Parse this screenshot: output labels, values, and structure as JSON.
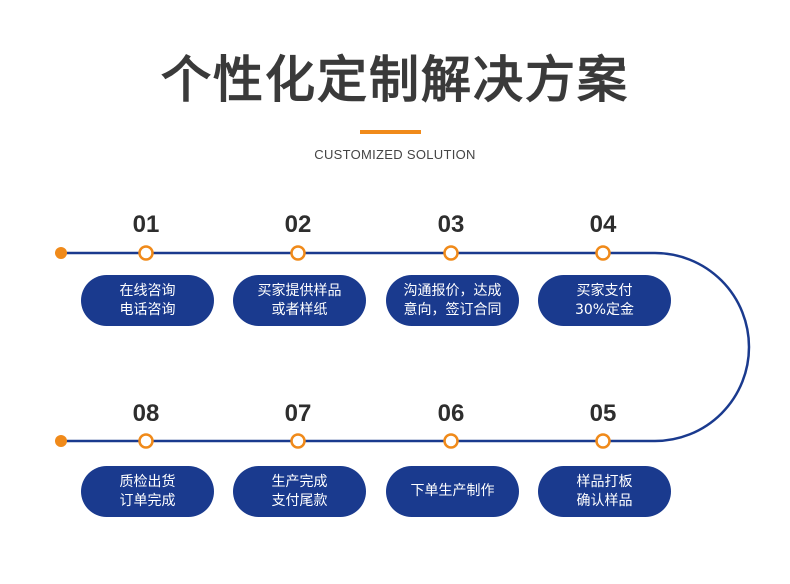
{
  "header": {
    "title": "个性化定制解决方案",
    "subtitle": "CUSTOMIZED SOLUTION"
  },
  "colors": {
    "accent": "#f08a1a",
    "primary": "#1a3a8e",
    "text": "#3a3a3a"
  },
  "steps": [
    {
      "number": "01",
      "line1": "在线咨询",
      "line2": "电话咨询"
    },
    {
      "number": "02",
      "line1": "买家提供样品",
      "line2": "或者样纸"
    },
    {
      "number": "03",
      "line1": "沟通报价，达成",
      "line2": "意向，签订合同"
    },
    {
      "number": "04",
      "line1": "买家支付",
      "line2": "30%定金"
    },
    {
      "number": "05",
      "line1": "样品打板",
      "line2": "确认样品"
    },
    {
      "number": "06",
      "line1": "下单生产制作",
      "line2": ""
    },
    {
      "number": "07",
      "line1": "生产完成",
      "line2": "支付尾款"
    },
    {
      "number": "08",
      "line1": "质检出货",
      "line2": "订单完成"
    }
  ]
}
